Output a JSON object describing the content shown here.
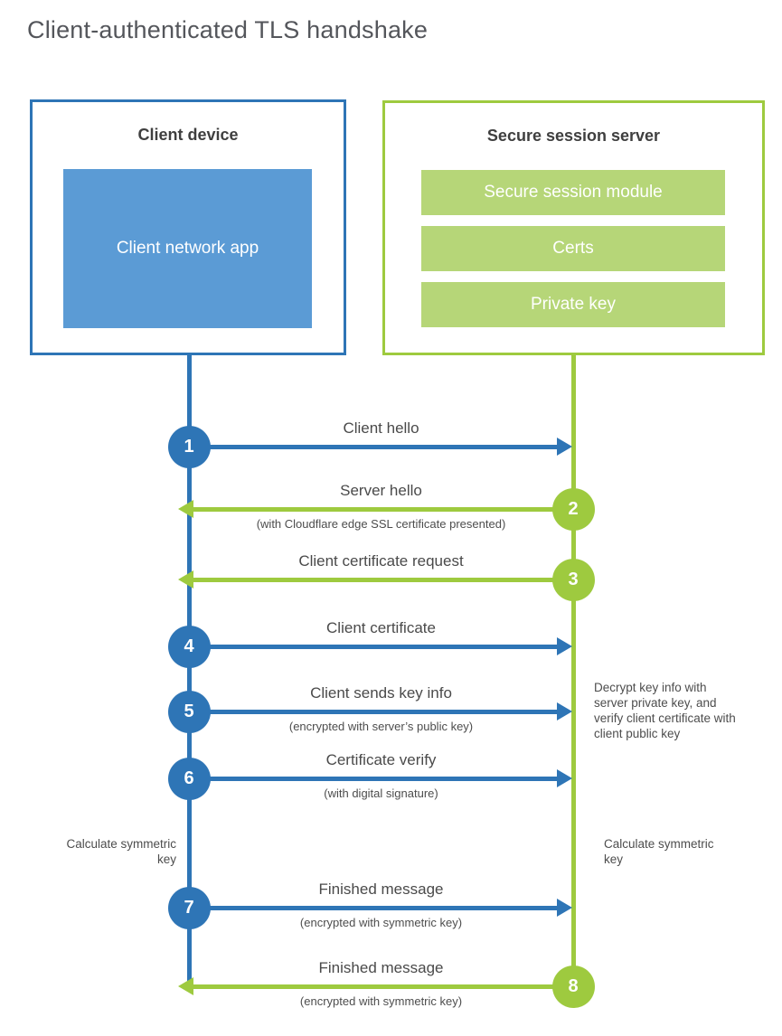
{
  "title": "Client-authenticated TLS handshake",
  "colors": {
    "client_blue": "#2e75b6",
    "client_blue_fill": "#5b9bd5",
    "server_green": "#9eca3f",
    "server_green_fill": "#b6d678"
  },
  "client_box": {
    "heading": "Client device",
    "module_label": "Client network app"
  },
  "server_box": {
    "heading": "Secure session server",
    "modules": [
      "Secure session module",
      "Certs",
      "Private key"
    ]
  },
  "steps": [
    {
      "number": "1",
      "label": "Client hello",
      "sub": "",
      "from": "client",
      "direction": "right"
    },
    {
      "number": "2",
      "label": "Server hello",
      "sub": "(with Cloudflare edge SSL certificate presented)",
      "from": "server",
      "direction": "left"
    },
    {
      "number": "3",
      "label": "Client certificate request",
      "sub": "",
      "from": "server",
      "direction": "left"
    },
    {
      "number": "4",
      "label": "Client certificate",
      "sub": "",
      "from": "client",
      "direction": "right"
    },
    {
      "number": "5",
      "label": "Client sends key info",
      "sub": "(encrypted with server’s public key)",
      "from": "client",
      "direction": "right"
    },
    {
      "number": "6",
      "label": "Certificate verify",
      "sub": "(with digital signature)",
      "from": "client",
      "direction": "right"
    },
    {
      "number": "7",
      "label": "Finished message",
      "sub": "(encrypted with symmetric key)",
      "from": "client",
      "direction": "right"
    },
    {
      "number": "8",
      "label": "Finished message",
      "sub": "(encrypted with symmetric key)",
      "from": "server",
      "direction": "left"
    }
  ],
  "annotations": {
    "client_calculate": "Calculate symmetric key",
    "server_calculate": "Calculate symmetric key",
    "server_decrypt_note": "Decrypt key info with server private key, and verify client certificate with client public key"
  }
}
